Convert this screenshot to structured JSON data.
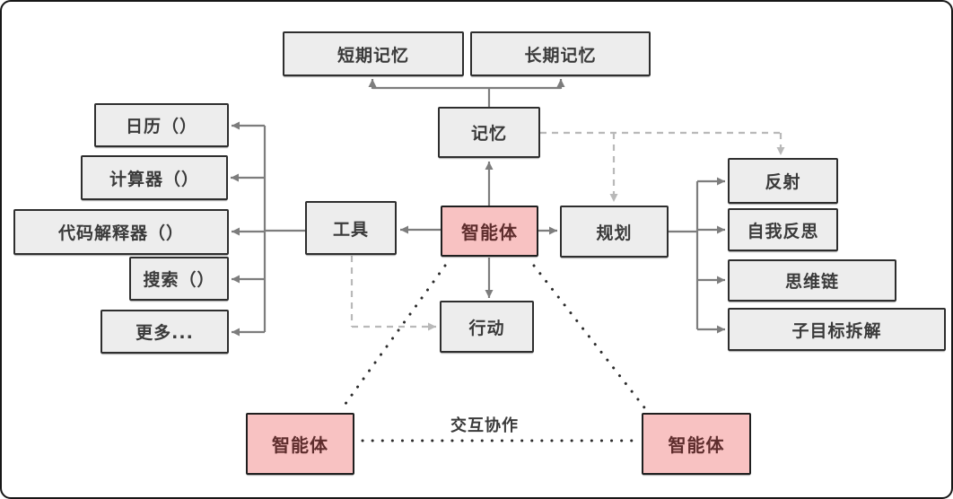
{
  "nodes": {
    "short_term_memory": "短期记忆",
    "long_term_memory": "长期记忆",
    "memory": "记忆",
    "calendar": "日历（）",
    "calculator": "计算器（）",
    "code_interpreter": "代码解释器（）",
    "search": "搜索（）",
    "more": "更多...",
    "tools": "工具",
    "agent": "智能体",
    "planning": "规划",
    "action": "行动",
    "reflection": "反射",
    "self_reflection": "自我反思",
    "chain_of_thought": "思维链",
    "subgoal_decomposition": "子目标拆解",
    "agent_left": "智能体",
    "agent_right": "智能体"
  },
  "labels": {
    "collaboration": "交互协作"
  },
  "colors": {
    "box_fill": "#ededed",
    "box_border": "#2e2e2e",
    "agent_fill": "#f8c2c2",
    "agent_text": "#5e2d2d",
    "text": "#3a3a3a",
    "arrow": "#7d7d7d",
    "dashed_line": "#b9b9b9",
    "dotted_line": "#2b2b2b"
  }
}
